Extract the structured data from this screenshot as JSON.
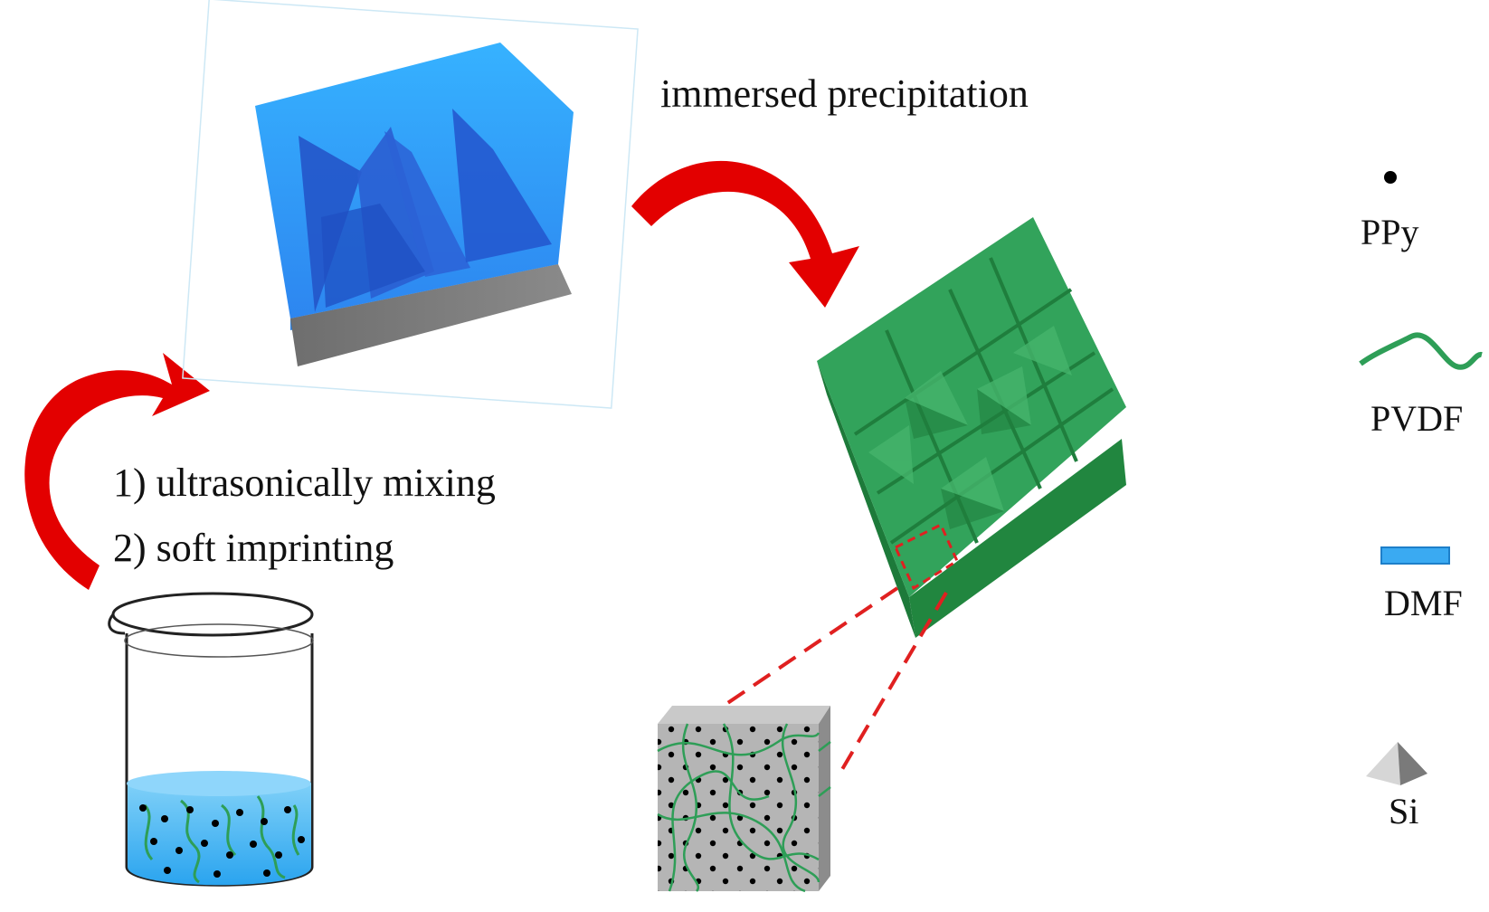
{
  "steps": {
    "step1": "1) ultrasonically mixing",
    "step2": "2) soft imprinting",
    "step3": "immersed precipitation"
  },
  "legend": {
    "ppy": "PPy",
    "pvdf": "PVDF",
    "dmf": "DMF",
    "si": "Si"
  },
  "colors": {
    "arrow": "#e30000",
    "pvdf_green": "#2e9e57",
    "dmf_blue": "#3aaaf2",
    "mold_blue": "#2f6fe0",
    "si_gray": "#808080",
    "dashed_red": "#e02020"
  }
}
